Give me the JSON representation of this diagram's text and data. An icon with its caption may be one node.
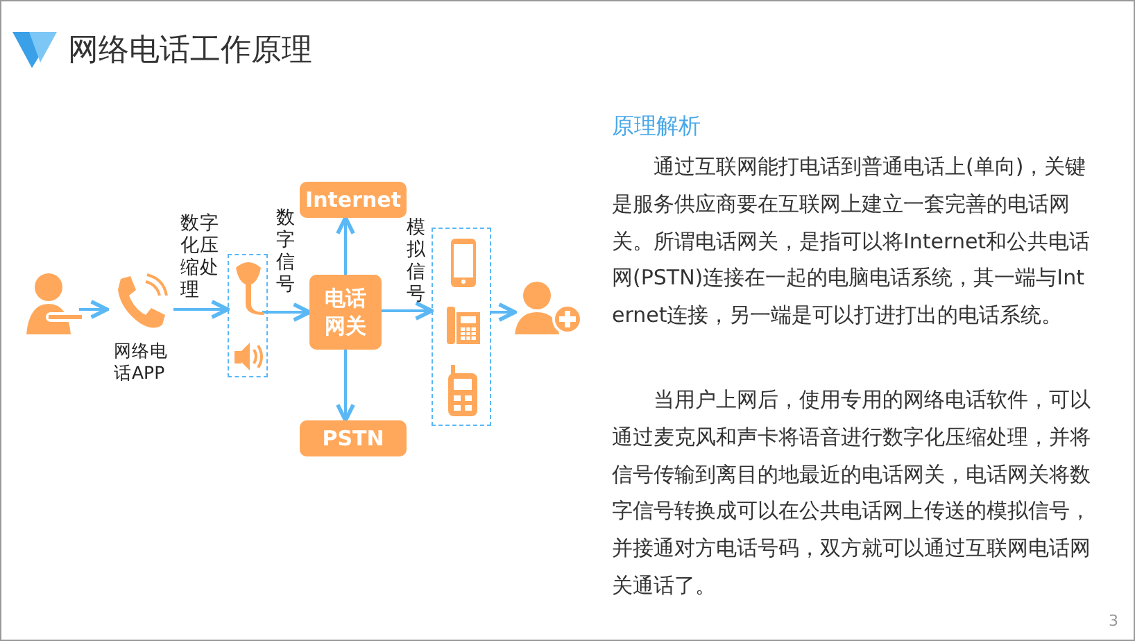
{
  "diagram": {
    "title": "网络电话工作原理",
    "nodes": [
      {
        "text": [],
        "shape": "person"
      },
      {
        "text": [
          "网络电话APP"
        ]
      },
      {
        "text": [],
        "shape": "box"
      },
      {
        "text": [],
        "shape": "microphone",
        "in": 2
      },
      {
        "text": [],
        "shape": "speaker",
        "in": 2
      },
      {
        "text": [
          "电话网关"
        ]
      },
      {
        "text": [
          "Internet"
        ]
      },
      {
        "text": [
          "PSTN"
        ]
      },
      {
        "text": [],
        "shape": "box"
      },
      {
        "text": [],
        "shape": "smartphone",
        "in": 8
      },
      {
        "text": [],
        "shape": "telephone",
        "in": 8
      },
      {
        "text": [],
        "shape": "cellphone",
        "in": 8
      },
      {
        "text": [],
        "shape": "person"
      }
    ],
    "edges": [
      {
        "from": 0,
        "to": 1,
        "arrow": "to"
      },
      {
        "from": 1,
        "to": 2,
        "arrow": "to",
        "label": "数字化压缩处理"
      },
      {
        "from": 3,
        "to": 5,
        "arrow": "to",
        "label": "数字信号"
      },
      {
        "from": 5,
        "to": 6,
        "arrow": "to"
      },
      {
        "from": 5,
        "to": 7,
        "arrow": "to"
      },
      {
        "from": 5,
        "to": 8,
        "arrow": "to",
        "label": "模拟信号"
      },
      {
        "from": 8,
        "to": 12,
        "arrow": "to"
      }
    ],
    "labels": [
      "原理解析",
      "通过互联网能打电话到普通电话上(单向)，关键是服务供应商要在互联网上建立一套完善的电话网关。所谓电话网关，是指可以将Internet和公共电话网(PSTN)连接在一起的电脑电话系统，其一端与Internet连接，另一端是可以打进打出的电话系统。",
      "当用户上网后，使用专用的网络电话软件，可以通过麦克风和声卡将语音进行数字化压缩处理，并将信号传输到离目的地最近的电话网关，电话网关将数字信号转换成可以在公共电话网上传送的模拟信号，并接通对方电话号码，双方就可以通过互联网电话网关通话了。",
      "3"
    ]
  }
}
